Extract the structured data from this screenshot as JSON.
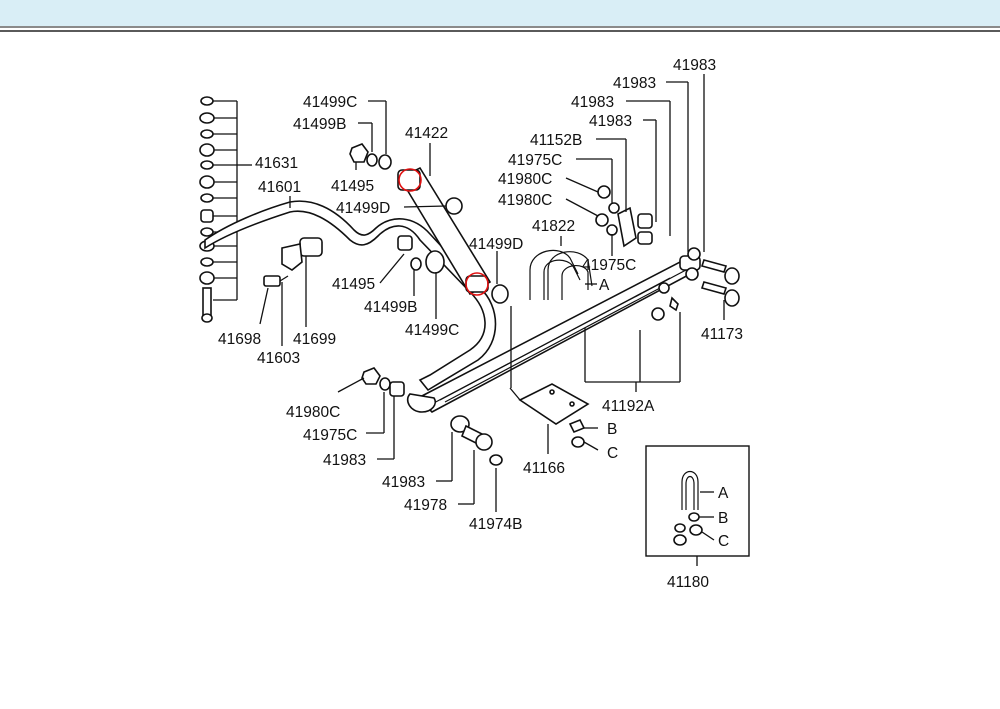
{
  "window": {
    "header_color": "#d9eef6"
  },
  "diagram": {
    "highlight_color": "#e01010",
    "labels": {
      "l41499C_a": "41499C",
      "l41499B_a": "41499B",
      "l41422": "41422",
      "l41495_a": "41495",
      "l41499D_a": "41499D",
      "l41631": "41631",
      "l41601": "41601",
      "l41499D_b": "41499D",
      "l41495_b": "41495",
      "l41499B_b": "41499B",
      "l41499C_b": "41499C",
      "l41698": "41698",
      "l41699": "41699",
      "l41603": "41603",
      "l41983_1": "41983",
      "l41983_2": "41983",
      "l41983_3": "41983",
      "l41983_4": "41983",
      "l41152B": "41152B",
      "l41975C_a": "41975C",
      "l41980C_a": "41980C",
      "l41980C_b": "41980C",
      "l41822": "41822",
      "l41975C_b": "41975C",
      "lA_main": "A",
      "l41173": "41173",
      "l41192A": "41192A",
      "l41980C_c": "41980C",
      "l41975C_c": "41975C",
      "l41983_5": "41983",
      "lB_main": "B",
      "lC_main": "C",
      "l41166": "41166",
      "l41983_6": "41983",
      "l41978": "41978",
      "l41974B": "41974B",
      "lA_box": "A",
      "lB_box": "B",
      "lC_box": "C",
      "l41180": "41180"
    }
  }
}
